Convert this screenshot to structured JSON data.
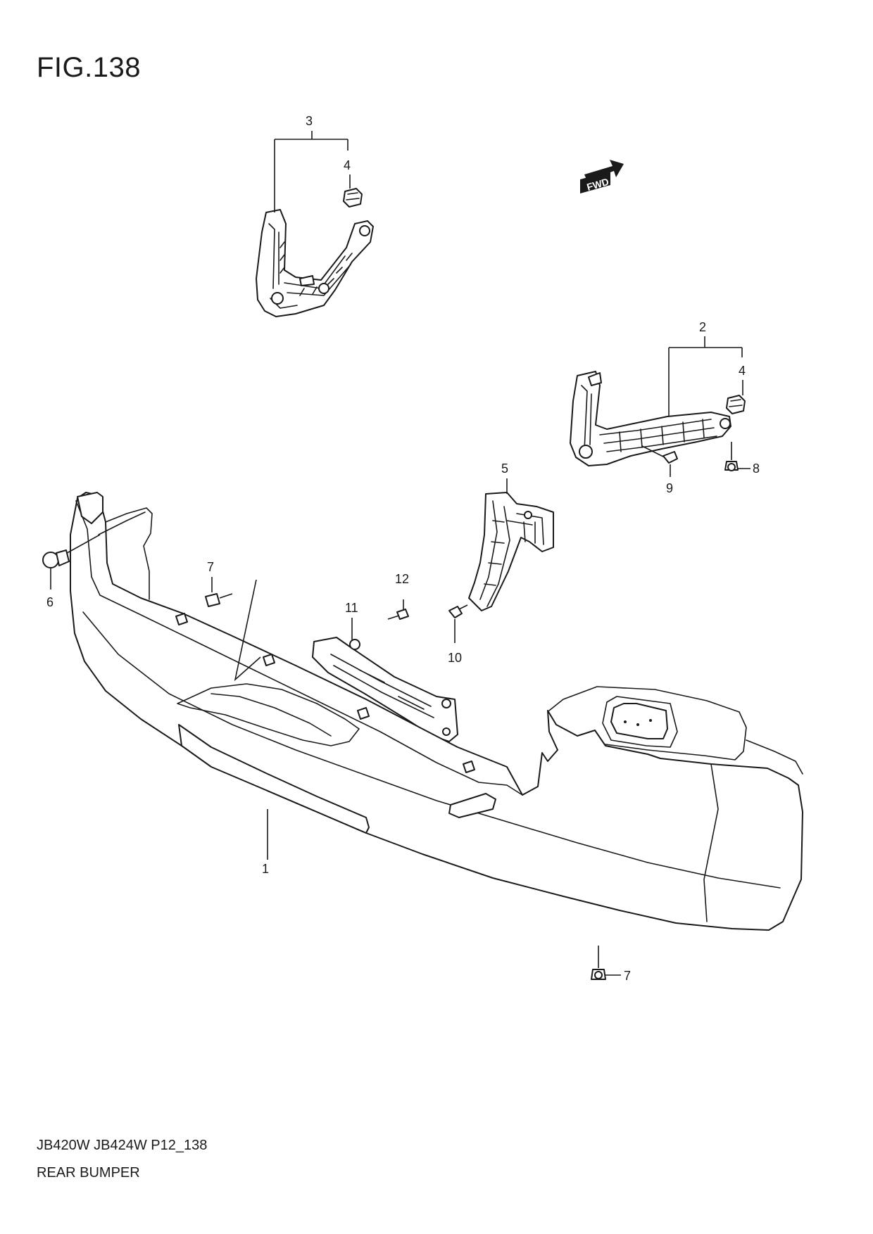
{
  "figure": {
    "title": "FIG.138",
    "fwd_label": "FWD"
  },
  "callouts": {
    "c1": "1",
    "c2": "2",
    "c3": "3",
    "c4a": "4",
    "c4b": "4",
    "c5": "5",
    "c6": "6",
    "c7a": "7",
    "c7b": "7",
    "c8": "8",
    "c9": "9",
    "c10": "10",
    "c11": "11",
    "c12": "12"
  },
  "footer": {
    "code": "JB420W JB424W P12_138",
    "name": "REAR BUMPER"
  }
}
